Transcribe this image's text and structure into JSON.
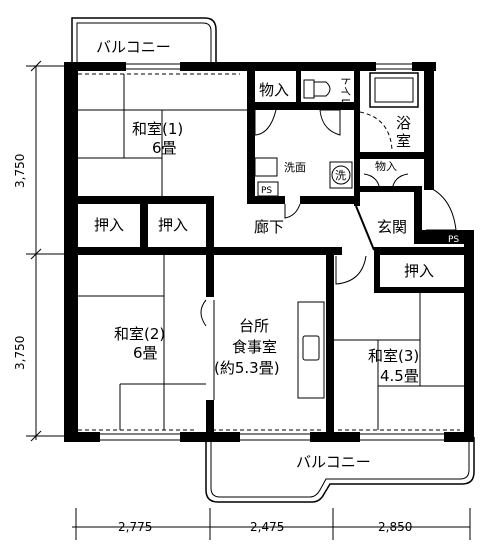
{
  "labels": {
    "balcony_top": "バルコニー",
    "balcony_bottom": "バルコニー",
    "room1_name": "和室(1)",
    "room1_size": "6畳",
    "room2_name": "和室(2)",
    "room2_size": "6畳",
    "room3_name": "和室(3)",
    "room3_size": "4.5畳",
    "kitchen_line1": "台所",
    "kitchen_line2": "食事室",
    "kitchen_line3": "(約5.3畳)",
    "closet_top": "物入",
    "toilet": "トイレ",
    "bath_1": "浴",
    "bath_2": "室",
    "washroom": "洗面",
    "wash_machine": "洗",
    "closet_small": "物入",
    "ps_1": "PS",
    "ps_2": "PS",
    "oshiire_1": "押入",
    "oshiire_2": "押入",
    "oshiire_3": "押入",
    "corridor": "廊下",
    "entrance": "玄関"
  },
  "dimensions": {
    "left_upper": "3,750",
    "left_lower": "3,750",
    "bottom_1": "2,775",
    "bottom_2": "2,475",
    "bottom_3": "2,850"
  }
}
